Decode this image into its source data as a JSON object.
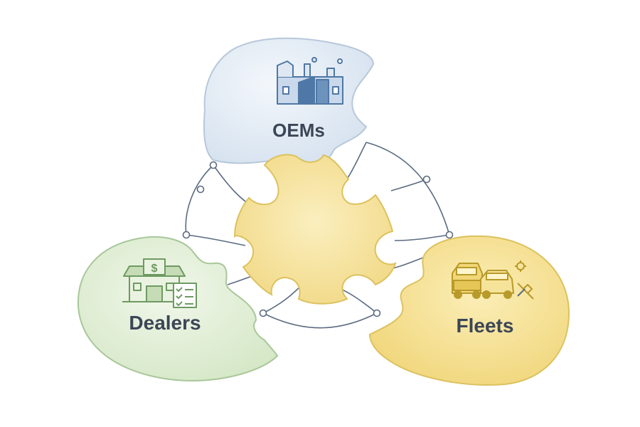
{
  "nodes": {
    "oems": {
      "label": "OEMs"
    },
    "dealers": {
      "label": "Dealers"
    },
    "fleets": {
      "label": "Fleets"
    }
  },
  "icons": {
    "oems": "factory-icon",
    "dealers": "dealership-icon",
    "fleets": "fleet-vehicles-icon",
    "center": "puzzle-hub-icon"
  },
  "colors": {
    "oems_fill": "#dde7f1",
    "oems_stroke": "#b7c8da",
    "dealers_fill": "#e2efd6",
    "dealers_stroke": "#a9c79a",
    "fleets_fill": "#f6e39a",
    "fleets_stroke": "#dcc25f",
    "center_fill": "#f7e5a3",
    "connector": "#5a6b80",
    "label_text": "#3b4656",
    "icon_blue": "#4f78a6",
    "icon_green": "#6e9a62",
    "icon_gold": "#b89a2a"
  }
}
